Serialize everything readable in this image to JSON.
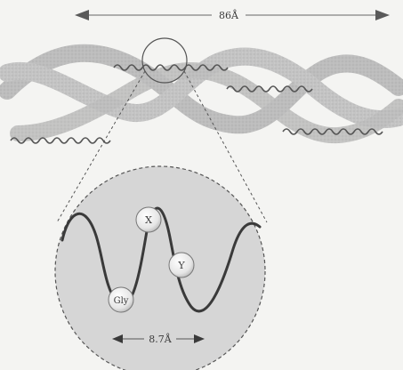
{
  "labels": {
    "top_dimension": "86Å",
    "bottom_dimension": "8.7Å",
    "residue_x": "X",
    "residue_y": "Y",
    "residue_gly": "Gly"
  }
}
